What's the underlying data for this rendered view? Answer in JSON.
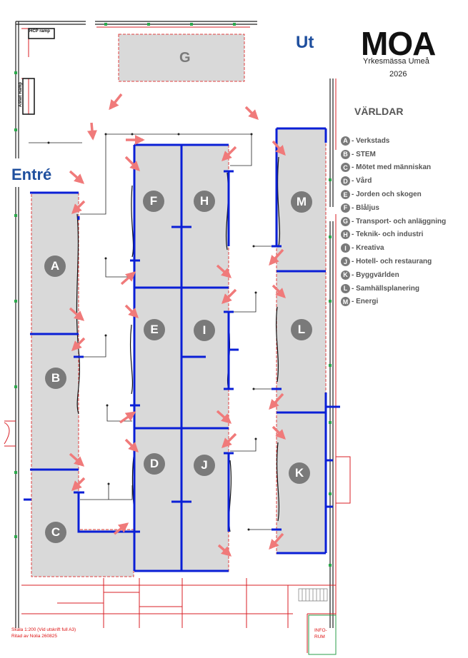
{
  "header": {
    "title": "MOA",
    "subtitle": "Yrkesmässa Umeå",
    "year": "2026"
  },
  "signs": {
    "exit": "Ut",
    "entrance": "Entré"
  },
  "legend": {
    "title": "VÄRLDAR",
    "items": [
      {
        "letter": "A",
        "label": "- Verkstads"
      },
      {
        "letter": "B",
        "label": "- STEM"
      },
      {
        "letter": "C",
        "label": "- Mötet med människan"
      },
      {
        "letter": "D",
        "label": "- Vård"
      },
      {
        "letter": "E",
        "label": "- Jorden och skogen"
      },
      {
        "letter": "F",
        "label": "- Blåljus"
      },
      {
        "letter": "G",
        "label": "- Transport- och anläggning"
      },
      {
        "letter": "H",
        "label": "- Teknik- och industri"
      },
      {
        "letter": "I",
        "label": "- Kreativa"
      },
      {
        "letter": "J",
        "label": "- Hotell- och restaurang"
      },
      {
        "letter": "K",
        "label": "- Byggvärlden"
      },
      {
        "letter": "L",
        "label": "- Samhällsplanering"
      },
      {
        "letter": "M",
        "label": "- Energi"
      }
    ]
  },
  "halls": {
    "A": "A",
    "B": "B",
    "C": "C",
    "D": "D",
    "E": "E",
    "F": "F",
    "G": "G",
    "H": "H",
    "I": "I",
    "J": "J",
    "K": "K",
    "L": "L",
    "M": "M"
  },
  "labels": {
    "hcp_ramp": "HCP ramp",
    "asfalt_ramp": "Asfalt Ramp",
    "scale_line1": "Skala 1:200 (Vid utskrift full A3)",
    "scale_line2": "Ritad av Nolia 260825",
    "info_line1": "INFO-",
    "info_line2": "RUM"
  },
  "colors": {
    "booth_fill": "#d9d9d9",
    "booth_outline": "#e04040",
    "divider": "#0a1fd6",
    "wall": "#d81f26",
    "arrow": "#f07a7a",
    "badge": "#7a7a7a",
    "sign_blue": "#1f4f9e"
  }
}
